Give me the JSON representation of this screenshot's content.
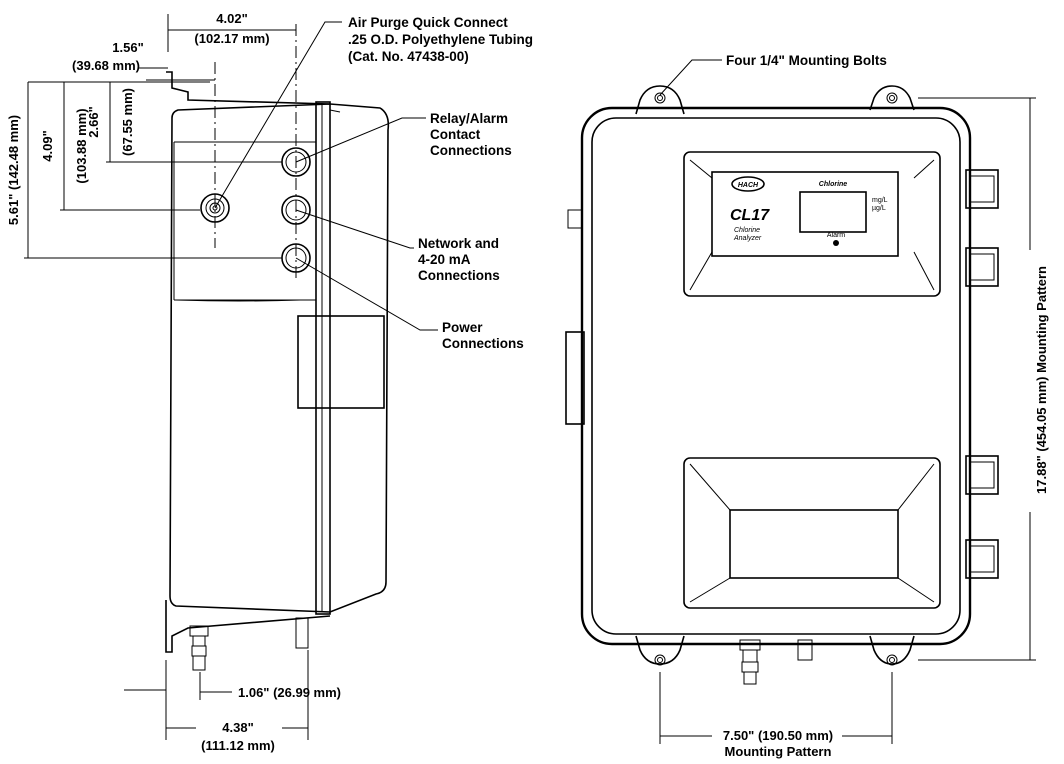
{
  "callouts": {
    "air_purge": [
      ".25 O.D. Polyethylene Tubing",
      "(Cat. No. 47438-00)"
    ],
    "air_purge_title": "Air Purge Quick Connect",
    "relay": [
      "Relay/Alarm",
      "Contact",
      "Connections"
    ],
    "network": [
      "Network and",
      "4-20 mA",
      "Connections"
    ],
    "power": [
      "Power",
      "Connections"
    ],
    "mounting_bolts": "Four 1/4\" Mounting Bolts"
  },
  "dimensions": {
    "width_top": "4.02\"",
    "width_top_mm": "(102.17 mm)",
    "offset_top": "1.56\"",
    "offset_top_mm": "(39.68 mm)",
    "v_566": "2.66\"",
    "v_566_mm": "(67.55 mm)",
    "v_409": "4.09\"",
    "v_409_mm": "(103.88 mm)",
    "v_561": "5.61\" (142.48 mm)",
    "bottom_106": "1.06\" (26.99 mm)",
    "bottom_438": "4.38\"",
    "bottom_438_mm": "(111.12 mm)",
    "mount_h": "7.50\" (190.50 mm)",
    "mount_h_label": "Mounting Pattern",
    "mount_v": "17.88\" (454.05 mm) Mounting Pattern"
  },
  "device": {
    "brand": "HACH",
    "model": "CL17",
    "product": [
      "Chlorine",
      "Analyzer"
    ],
    "display_title": "Chlorine",
    "units": [
      "mg/L",
      "µg/L"
    ],
    "alarm": "Alarm"
  }
}
